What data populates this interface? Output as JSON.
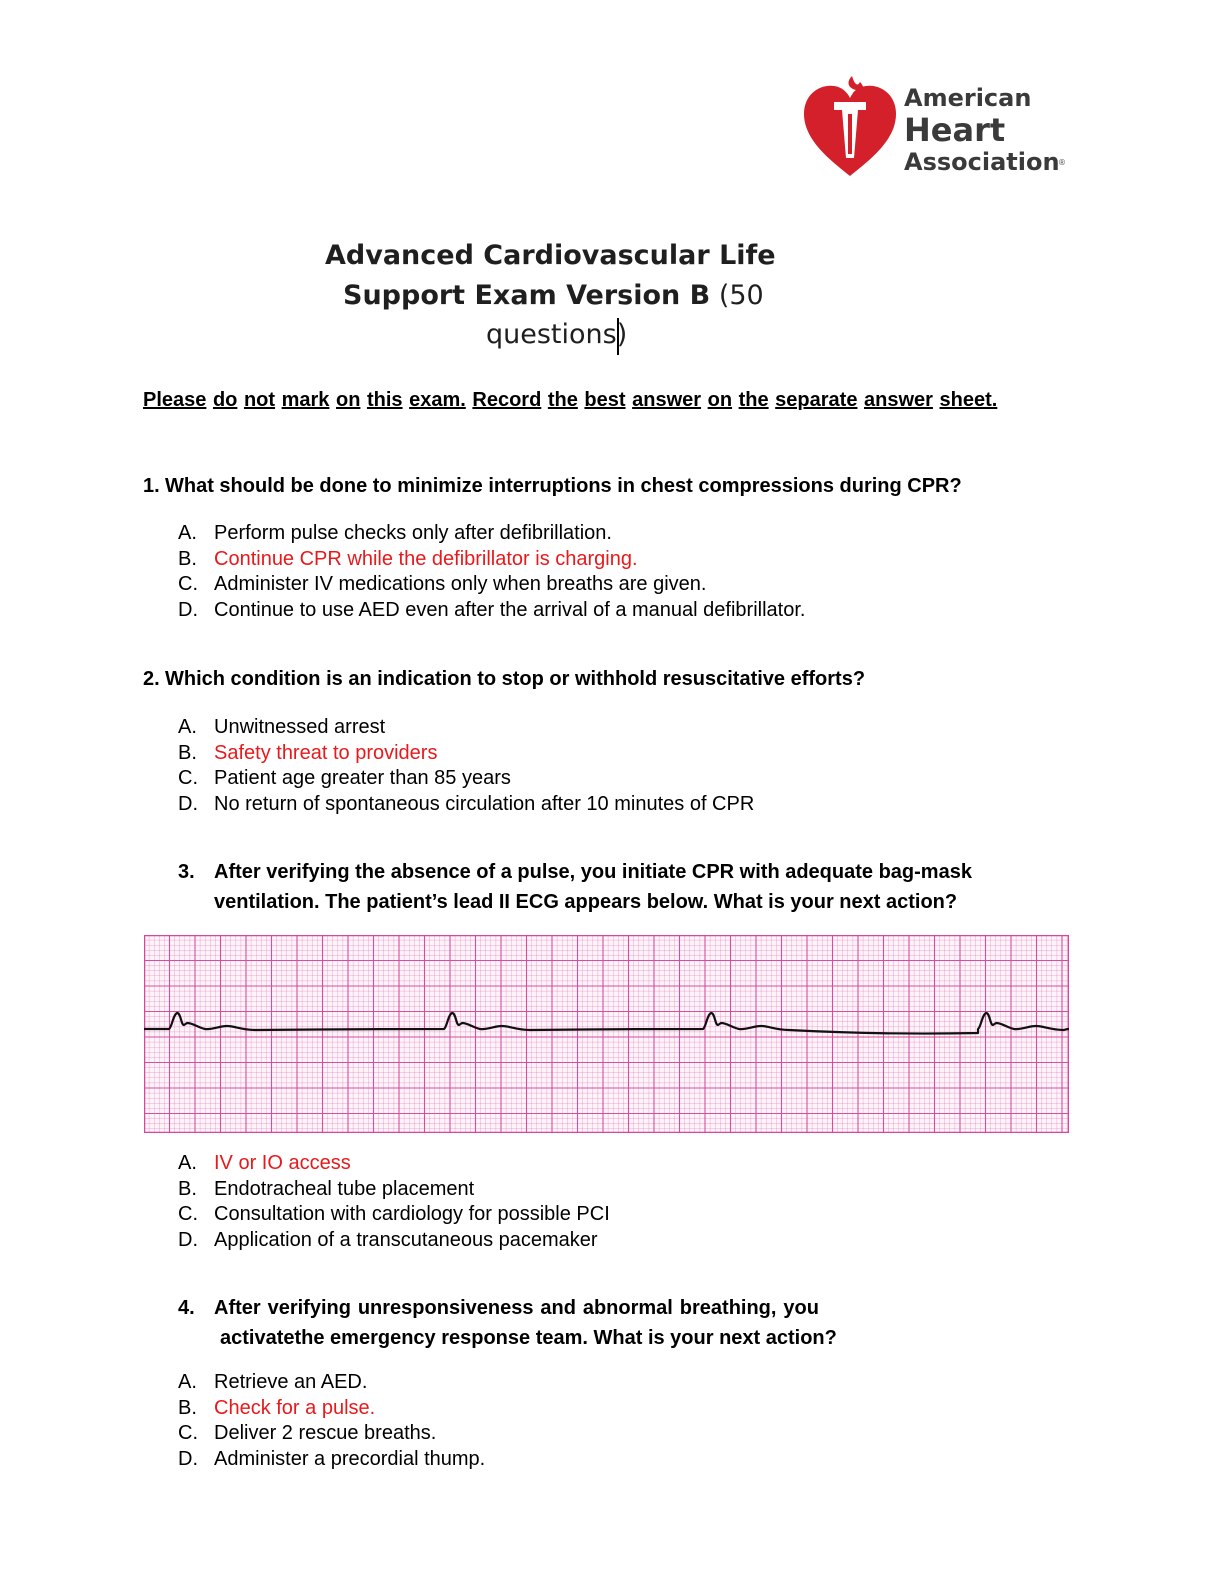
{
  "logo": {
    "line1": "American",
    "line2": "Heart",
    "line3": "Association",
    "reg": "®",
    "heart_color": "#d3202a"
  },
  "title": {
    "line1": "Advanced Cardiovascular Life",
    "line2_bold": "Support Exam Version B",
    "line2_rest": "(50",
    "line3": "questions)"
  },
  "instructions": [
    "Please",
    "do",
    "not",
    "mark",
    "on",
    "this",
    "exam.",
    "Record",
    "the",
    "best",
    "answer",
    "on",
    "the",
    "separate",
    "answer",
    "sheet."
  ],
  "colors": {
    "correct": "#e8191b",
    "ecg_grid": "#d4479a"
  },
  "questions": [
    {
      "number": "1.",
      "lines": [
        "What should be done to minimize interruptions in chest compressions during CPR?"
      ],
      "options": [
        {
          "letter": "A.",
          "text": "Perform pulse checks only after defibrillation.",
          "correct": false
        },
        {
          "letter": "B.",
          "text": "Continue CPR while the defibrillator is charging.",
          "correct": true
        },
        {
          "letter": "C.",
          "text": "Administer IV medications only when breaths are given.",
          "correct": false
        },
        {
          "letter": "D.",
          "text": "Continue to use AED even after the arrival of a manual defibrillator.",
          "correct": false
        }
      ]
    },
    {
      "number": "2.",
      "lines": [
        "Which condition is an indication to stop or withhold resuscitative efforts?"
      ],
      "options": [
        {
          "letter": "A.",
          "text": "Unwitnessed arrest",
          "correct": false
        },
        {
          "letter": "B.",
          "text": "Safety threat to providers",
          "correct": true
        },
        {
          "letter": "C.",
          "text": "Patient age greater than 85 years",
          "correct": false
        },
        {
          "letter": "D.",
          "text": "No return of spontaneous circulation after 10 minutes of CPR",
          "correct": false
        }
      ]
    },
    {
      "number": "3.",
      "lines": [
        "After verifying the absence of a pulse, you initiate CPR with adequate bag-mask",
        "ventilation. The patient’s lead II ECG appears below. What is your next action?"
      ],
      "options": [
        {
          "letter": "A.",
          "text": "IV or IO access",
          "correct": true
        },
        {
          "letter": "B.",
          "text": "Endotracheal tube placement",
          "correct": false
        },
        {
          "letter": "C.",
          "text": "Consultation with cardiology for possible PCI",
          "correct": false
        },
        {
          "letter": "D.",
          "text": "Application of a transcutaneous pacemaker",
          "correct": false
        }
      ]
    },
    {
      "number": "4.",
      "lines": [
        "After verifying unresponsiveness and abnormal breathing, you",
        "activatethe emergency response team. What is your next action?"
      ],
      "options": [
        {
          "letter": "A.",
          "text": "Retrieve an AED.",
          "correct": false
        },
        {
          "letter": "B.",
          "text": "Check for a pulse.",
          "correct": true
        },
        {
          "letter": "C.",
          "text": "Deliver 2 rescue breaths.",
          "correct": false
        },
        {
          "letter": "D.",
          "text": "Administer a precordial thump.",
          "correct": false
        }
      ]
    }
  ]
}
